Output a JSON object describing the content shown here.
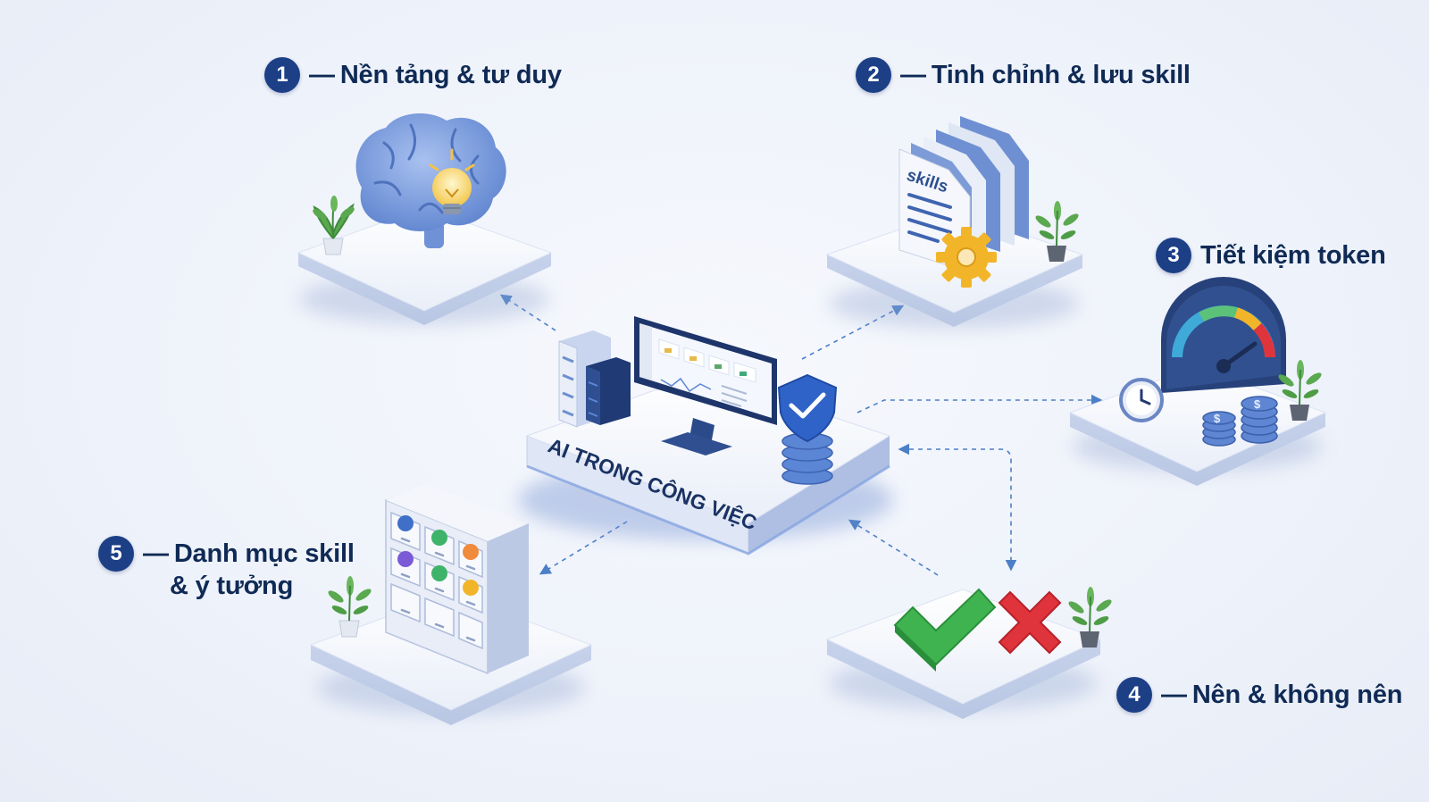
{
  "center": {
    "title": "AI TRONG CÔNG VIỆC"
  },
  "modules": [
    {
      "number": "1",
      "title": "Nền tảng & tư duy",
      "title_line2": "",
      "icon": "brain-lightbulb-icon"
    },
    {
      "number": "2",
      "title": "Tinh chỉnh & lưu skill",
      "title_line2": "",
      "icon": "skills-documents-gear-icon",
      "doc_label": "skills"
    },
    {
      "number": "3",
      "title": "Tiết kiệm token",
      "title_line2": "",
      "icon": "speedometer-coins-icon"
    },
    {
      "number": "4",
      "title": "Nên & không nên",
      "title_line2": "",
      "icon": "check-cross-icon"
    },
    {
      "number": "5",
      "title": "Danh mục skill",
      "title_line2": "& ý tưởng",
      "icon": "drawer-cabinet-icon"
    }
  ],
  "colors": {
    "badge": "#1c3f86",
    "text": "#0f2a55",
    "accent_blue": "#5b86d6",
    "check_green": "#3fb34f",
    "cross_red": "#e0343c",
    "gear_gold": "#f2b52a",
    "connector": "#4b7fc7"
  }
}
